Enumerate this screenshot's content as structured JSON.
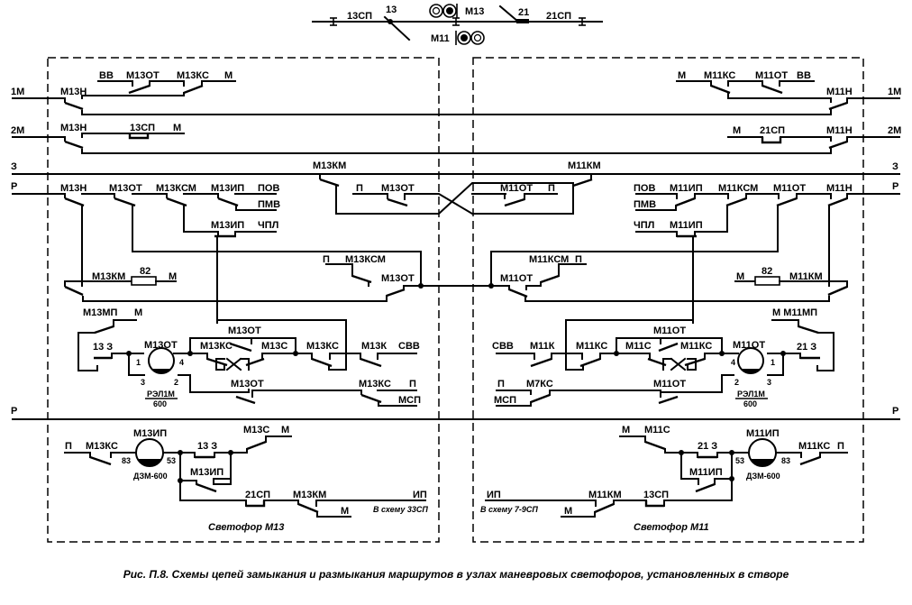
{
  "track_plan": {
    "sections": [
      "13СП",
      "21СП"
    ],
    "switches": [
      "13",
      "21"
    ],
    "signals": [
      "М13",
      "М11"
    ]
  },
  "buses": {
    "bus_1m_left": "1М",
    "bus_1m_right": "1М",
    "bus_2m_left": "2М",
    "bus_2m_right": "2М",
    "bus_z_left": "З",
    "bus_z_right": "З",
    "bus_r_left": "Р",
    "bus_r_right": "Р",
    "bus_r2_left": "Р",
    "bus_r2_right": "Р"
  },
  "left": {
    "r1": {
      "vv": "ВВ",
      "ot": "М13ОТ",
      "ks": "М13КС",
      "m": "М",
      "n": "М13Н"
    },
    "r2": {
      "n": "М13Н",
      "sp": "13СП",
      "m": "М"
    },
    "r3": {
      "n": "М13Н",
      "ot": "М13ОТ",
      "ksm": "М13КСМ",
      "ip": "М13ИП",
      "pov": "ПОВ",
      "pmv": "ПМВ",
      "ip2": "М13ИП",
      "chpl": "ЧПЛ"
    },
    "km_top": "М13КМ",
    "p1": "П",
    "ot_cross": "М13ОТ",
    "r4": {
      "km": "М13КМ",
      "res": "82",
      "m": "М",
      "p": "П",
      "ksm": "М13КСМ",
      "ot": "М13ОТ"
    },
    "r5": {
      "mp": "М13МП",
      "m": "М",
      "z": "13 З",
      "relay": "М13ОТ",
      "pin1": "1",
      "pin4": "4",
      "pin3": "3",
      "pin2": "2",
      "rtype": "РЭЛ1М",
      "rres": "600",
      "ot_top": "М13ОТ",
      "ks1": "М13КС",
      "s": "М13С",
      "ks2": "М13КС",
      "k": "М13К",
      "svv": "СВВ"
    },
    "r6": {
      "ot": "М13ОТ",
      "ks": "М13КС",
      "p": "П",
      "msp": "МСП"
    },
    "r7": {
      "p": "П",
      "ks": "М13КС",
      "relay": "М13ИП",
      "pin83": "83",
      "pin53": "53",
      "rtype": "ДЗМ-600",
      "z": "13 З",
      "s": "М13С",
      "m": "М",
      "ip": "М13ИП",
      "sp": "21СП",
      "km": "М13КМ",
      "ipout": "ИП",
      "m2": "М",
      "note": "В схему 33СП"
    },
    "signal_title": "Светофор М13"
  },
  "right": {
    "r1": {
      "m": "М",
      "ks": "М11КС",
      "ot": "М11ОТ",
      "vv": "ВВ",
      "n": "М11Н"
    },
    "r2": {
      "m": "М",
      "sp": "21СП",
      "n": "М11Н"
    },
    "r3": {
      "pov": "ПОВ",
      "ip": "М11ИП",
      "ksm": "М11КСМ",
      "ot": "М11ОТ",
      "n": "М11Н",
      "pmv": "ПМВ",
      "chpl": "ЧПЛ",
      "ip2": "М11ИП"
    },
    "km_top": "М11КМ",
    "p1": "П",
    "ot_cross": "М11ОТ",
    "r4": {
      "ksm": "М11КСМ",
      "p": "П",
      "ot": "М11ОТ",
      "m": "М",
      "res": "82",
      "km": "М11КМ"
    },
    "r5": {
      "mp": "М М11МП",
      "svv": "СВВ",
      "k": "М11К",
      "ks1": "М11КС",
      "s": "М11С",
      "ks2": "М11КС",
      "ot_top": "М11ОТ",
      "relay": "М11ОТ",
      "z": "21 З",
      "pin4": "4",
      "pin1": "1",
      "pin2": "2",
      "pin3": "3",
      "rtype": "РЭЛ1М",
      "rres": "600"
    },
    "r6": {
      "p": "П",
      "m7ks": "М7КС",
      "msp": "МСП",
      "ot": "М11ОТ"
    },
    "r7": {
      "m": "М",
      "s": "М11С",
      "z": "21 З",
      "relay": "М11ИП",
      "pin53": "53",
      "pin83": "83",
      "rtype": "ДЗМ-600",
      "ks": "М11КС",
      "p": "П",
      "ip": "М11ИП",
      "ipout": "ИП",
      "km": "М11КМ",
      "sp": "13СП",
      "m2": "М",
      "note": "В схему 7-9СП"
    },
    "signal_title": "Светофор М11"
  },
  "caption": "Рис. П.8. Схемы цепей замыкания и размыкания маршрутов в узлах маневровых светофоров, установленных в створе"
}
